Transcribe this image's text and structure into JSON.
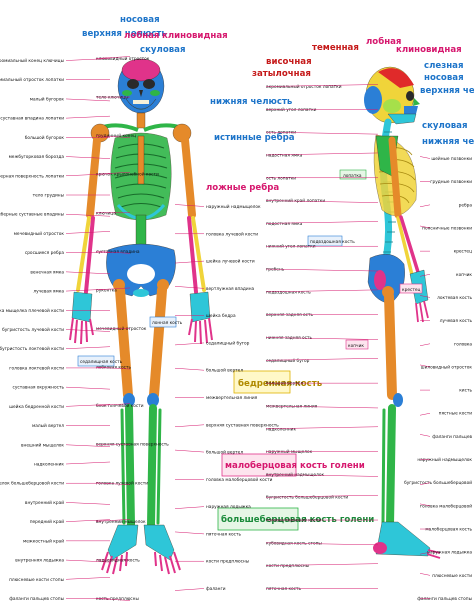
{
  "colors": {
    "bone_orange": "#e58a2a",
    "skull_blue": "#2b7fd6",
    "cyan": "#2ec6d8",
    "pink": "#e0338a",
    "green": "#2fb548",
    "yellow": "#f0d43a",
    "red": "#e02a2a",
    "dark": "#2a2a2a",
    "lime": "#a6e04a"
  },
  "front": {
    "top_labels": [
      "носовая",
      "верхняя челюсть",
      "лобная",
      "клиновидная",
      "скуловая"
    ],
    "big_right": [
      "нижняя челюсть",
      "истинные ребра",
      "ложные ребра"
    ],
    "left": [
      "акромиальный конец ключицы",
      "акромиальный отросток лопатки",
      "малый бугорок",
      "суставная впадина лопатки",
      "большой бугорок",
      "межбугорковая борозда",
      "реберная поверхность лопатки",
      "тело грудины",
      "реберные суставные впадины",
      "мечевидный отросток",
      "сросшиеся ребра",
      "венечная ямка",
      "лучевая ямка",
      "головка мыщелка плечевой кости",
      "бугристость лучевой кости",
      "бугристость локтевой кости",
      "головка локтевой кости",
      "суставная окружность",
      "шейка бедренной кости",
      "малый вертел",
      "внешний мыщелок",
      "надколенник",
      "внутренний мыщелок большеберцовой кости",
      "внутренний край",
      "передний край",
      "межкостный край",
      "внутренняя лодыжка",
      "плюсневые кости стопы",
      "фаланги пальцев стопы"
    ],
    "center": [
      "клювовидный отросток",
      "тело ключицы",
      "грудинный конец",
      "крючок крылонебной кости",
      "ключица",
      "суставная впадина",
      "рукоятка",
      "мечевидный отросток",
      "лобковая кость",
      "блок плечевой кости",
      "верхняя суставная поверхность",
      "головка лучевой кости",
      "внутренний мыщелок",
      "ладьевидная кость",
      "кость предплюсны"
    ],
    "right": [
      "наружный надмыщелок",
      "головка лучевой кости",
      "шейка лучевой кости",
      "вертлужная впадина",
      "шейка бедра",
      "седалищный бугор",
      "большой вертел",
      "межвертельная линия",
      "верхняя суставная поверхность",
      "большой вертел",
      "головка малоберцовой кости",
      "наружная лодыжка",
      "пяточная кость",
      "кости предплюсны",
      "фаланги"
    ],
    "boxed": [
      "подвздошная кость",
      "лонная кость",
      "седалищная кость"
    ],
    "big_bottom": [
      "бедренная кость",
      "малоберцовая кость голени",
      "большеберцовая кость голени"
    ]
  },
  "back": {
    "top_labels": [
      "теменная",
      "лобная",
      "клиновидная",
      "височная",
      "затылочная",
      "слезная",
      "носовая",
      "верхняя челюсть",
      "скуловая",
      "нижняя челюсть"
    ],
    "left": [
      "акромиальный отросток лопатки",
      "верхний угол лопатки",
      "ость лопатки",
      "надостная ямка",
      "ость лопатки",
      "внутренний край лопатки",
      "подостная ямка",
      "нижний угол лопатки",
      "гребень",
      "подвздошная кость",
      "верхняя задняя ость",
      "нижняя задняя ость",
      "седалищный бугор",
      "большой вертел",
      "межвертельная линия",
      "надколенник",
      "наружный мыщелок",
      "внутренний надмыщелок",
      "бугристость большеберцовой кости",
      "головка таранной кости",
      "кубовидная кость стопы",
      "кости предплюсны",
      "пяточная кость"
    ],
    "right": [
      "шейные позвонки",
      "грудные позвонки",
      "ребра",
      "поясничные позвонки",
      "крестец",
      "копчик",
      "локтевая кость",
      "лучевая кость",
      "головка",
      "шиловидный отросток",
      "кисть",
      "пястные кости",
      "фаланги пальцев",
      "наружный надмыщелок",
      "бугристость большеберцовой",
      "головка малоберцовой",
      "малоберцовая кость",
      "наружная лодыжка",
      "плюсневые кости",
      "фаланги пальцев стопы"
    ],
    "boxed": [
      "лопатка",
      "крестец",
      "копчик"
    ]
  }
}
